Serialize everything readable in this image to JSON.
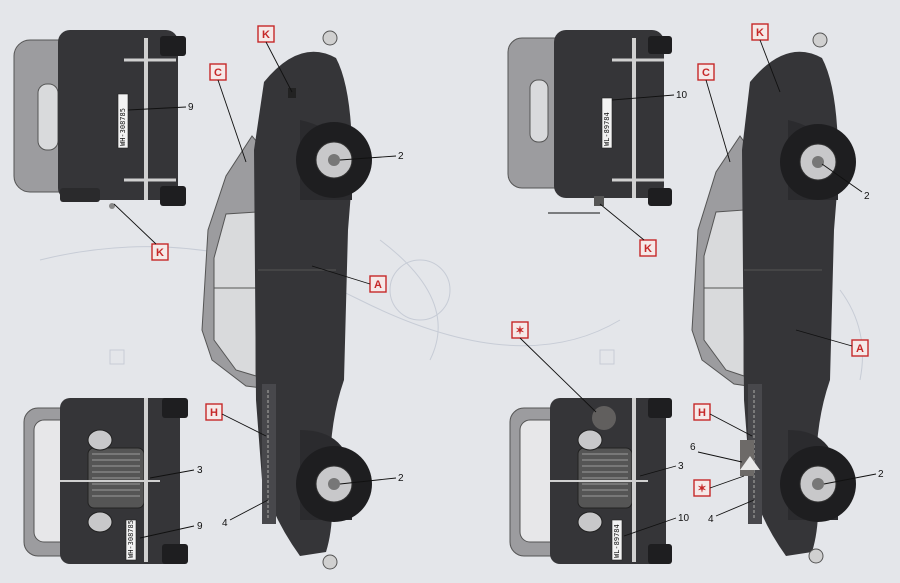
{
  "colors": {
    "background": "#e4e6ea",
    "body_dark": "#353538",
    "body_mid": "#48484c",
    "roof_light": "#9c9c9f",
    "window": "#d9dadc",
    "callout_red": "#c62828"
  },
  "left_vehicle": {
    "callouts": [
      "K",
      "C",
      "K",
      "A",
      "H"
    ],
    "rear_plate": "WH-308785",
    "front_plate": "WH-308785",
    "numbers": {
      "rear_plate_no": "9",
      "front_plate_no": "9",
      "grille": "3",
      "wheel_top": "2",
      "wheel_bottom": "2",
      "running_board": "4"
    }
  },
  "right_vehicle": {
    "callouts": [
      "K",
      "C",
      "K",
      "A",
      "H",
      "✶",
      "✶"
    ],
    "rear_plate": "WL-89784",
    "front_plate": "WL-89784",
    "numbers": {
      "rear_plate_no": "10",
      "front_plate_no": "10",
      "grille": "3",
      "wheel_top": "2",
      "wheel_bottom": "2",
      "running_board": "4",
      "emblem": "6"
    }
  }
}
